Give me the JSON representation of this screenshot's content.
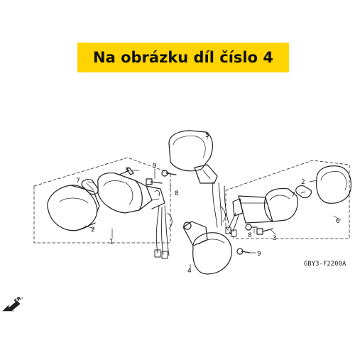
{
  "banner": {
    "text": "Na obrázku díl číslo 4",
    "color": "#ffd400"
  },
  "parts": {
    "p1": "1",
    "p2a": "2",
    "p2b": "2",
    "p3a": "3",
    "p3b": "3",
    "p4": "4",
    "p5": "5",
    "p6": "6",
    "p7a": "7",
    "p7b": "7",
    "p8a": "8",
    "p8b": "8",
    "p9a": "9",
    "p9b": "9"
  },
  "diagram_code": "GBY3-F2200A",
  "direction_label": "FR."
}
